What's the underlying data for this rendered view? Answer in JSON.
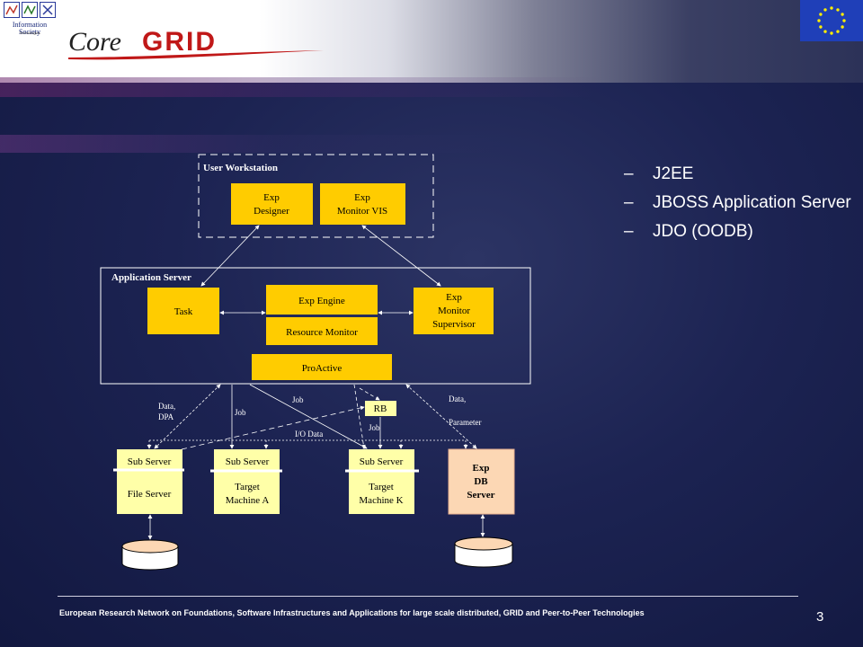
{
  "header": {
    "ist_logo_text": "Information Society",
    "ist_logo_subtext": "Technologies",
    "coregrid_logo": {
      "core": "Core",
      "grid": "GRID"
    }
  },
  "colors": {
    "node_fill": "#ffcc00",
    "db_node_fill": "#fcd7b4",
    "sub_node_fill": "#ffffa8",
    "eu_blue": "#1f3fb8",
    "eu_star": "#ffee00"
  },
  "diagram": {
    "groups": {
      "workstation": "User Workstation",
      "app_server": "Application Server"
    },
    "nodes": {
      "exp_designer": [
        "Exp",
        "Designer"
      ],
      "exp_monitor_vis": [
        "Exp",
        "Monitor VIS"
      ],
      "task": "Task",
      "exp_engine": "Exp Engine",
      "resource_monitor": "Resource Monitor",
      "exp_monitor_supervisor": [
        "Exp",
        "Monitor",
        "Supervisor"
      ],
      "proactive": "ProActive",
      "rb": "RB",
      "sub_server_file": {
        "top": "Sub Server",
        "bottom": "File Server"
      },
      "sub_server_target_a": {
        "top": "Sub Server",
        "bottom": [
          "Target",
          "Machine A"
        ]
      },
      "sub_server_target_k": {
        "top": "Sub Server",
        "bottom": [
          "Target",
          "Machine K"
        ]
      },
      "exp_db_server": [
        "Exp",
        "DB",
        "Server"
      ]
    },
    "edge_labels": {
      "data_dpa": [
        "Data,",
        "DPA"
      ],
      "job_left": "Job",
      "job_mid": "Job",
      "job_rb": "Job",
      "io_data": "I/O Data",
      "data_parameter": [
        "Data,",
        "Parameter"
      ]
    }
  },
  "bullets": [
    {
      "dash": "–",
      "text": "J2EE"
    },
    {
      "dash": "–",
      "text": "JBOSS Application Server"
    },
    {
      "dash": "–",
      "text": "JDO (OODB)"
    }
  ],
  "footer": {
    "text": "European Research Network on Foundations, Software Infrastructures and Applications for large scale distributed, GRID and Peer-to-Peer Technologies",
    "page_number": "3"
  }
}
